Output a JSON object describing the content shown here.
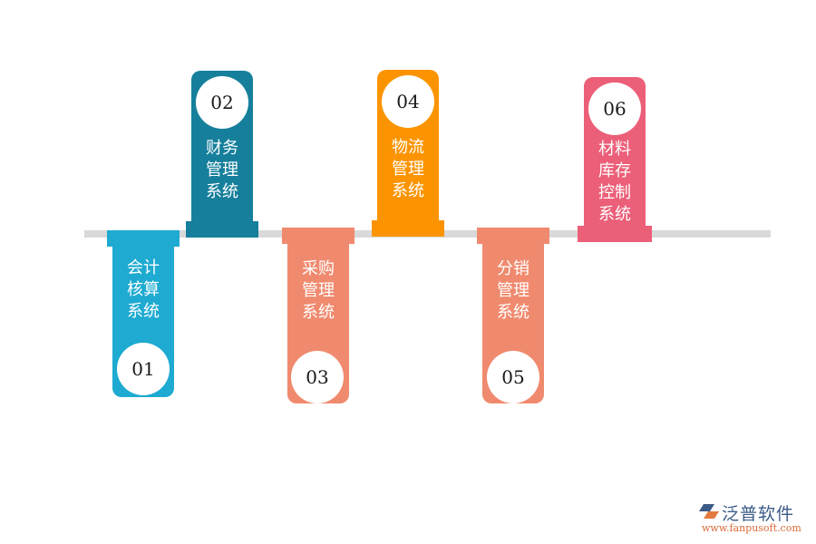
{
  "diagram": {
    "type": "timeline",
    "line_color": "#d9d9d9",
    "cards": [
      {
        "number": "01",
        "label": "会计\n核算\n系统",
        "color": "#1eaad1",
        "position": "below"
      },
      {
        "number": "02",
        "label": "财务\n管理\n系统",
        "color": "#167f9c",
        "position": "above"
      },
      {
        "number": "03",
        "label": "采购\n管理\n系统",
        "color": "#f08a6e",
        "position": "below"
      },
      {
        "number": "04",
        "label": "物流\n管理\n系统",
        "color": "#fb9400",
        "position": "above"
      },
      {
        "number": "05",
        "label": "分销\n管理\n系统",
        "color": "#f08a6e",
        "position": "below"
      },
      {
        "number": "06",
        "label": "材料\n库存\n控制\n系统",
        "color": "#ec5f78",
        "position": "above"
      }
    ]
  },
  "logo": {
    "brand": "泛普软件",
    "url": "www.fanpusoft.com",
    "icon": "fanpu-logo-icon"
  }
}
